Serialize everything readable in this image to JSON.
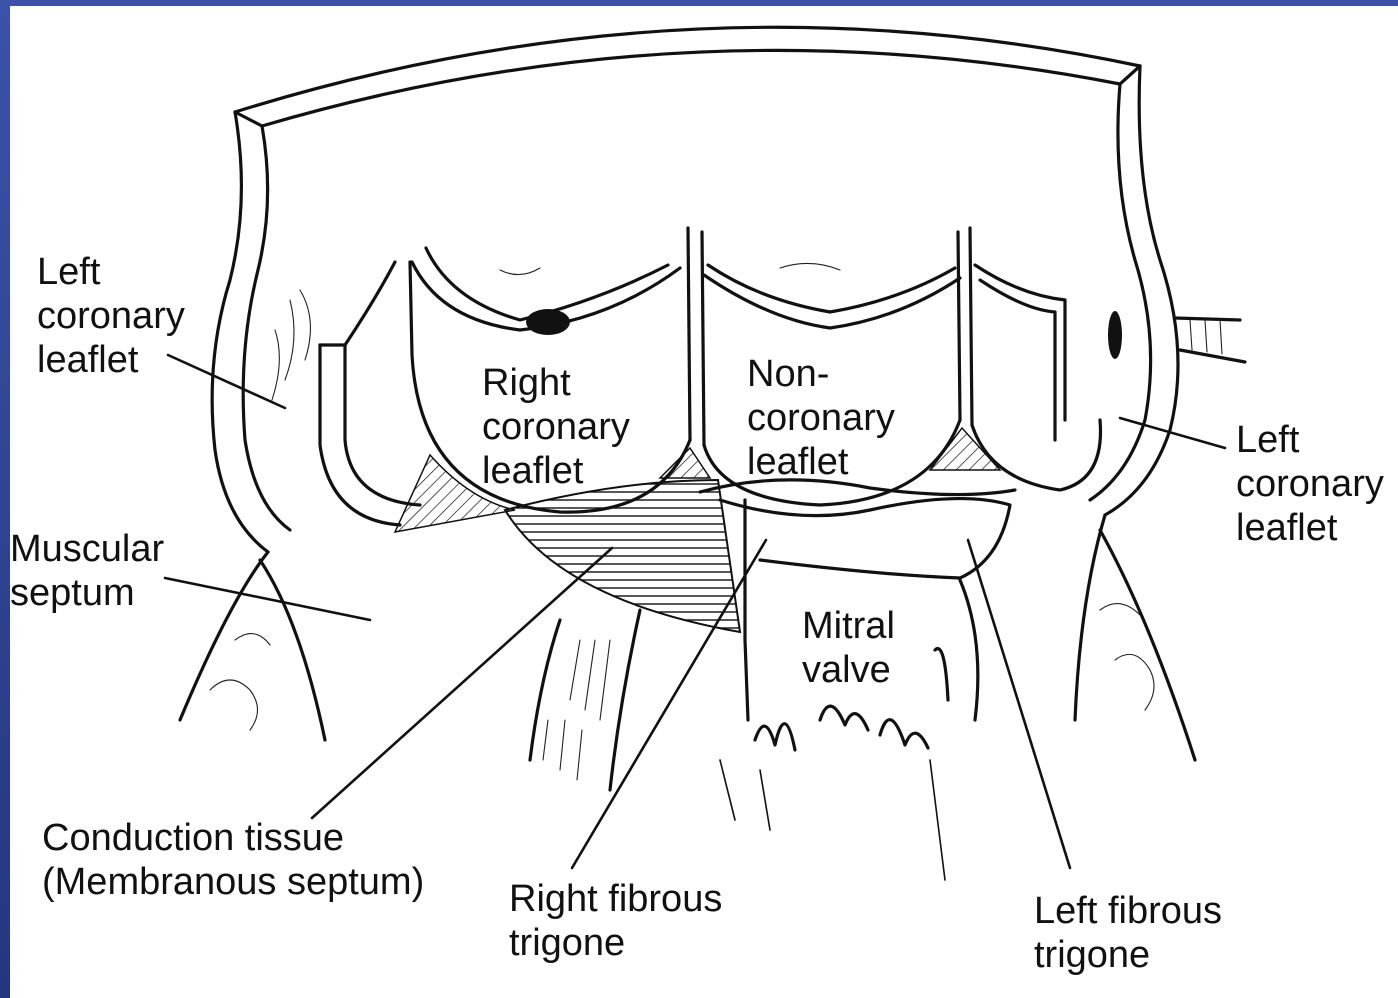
{
  "labels": {
    "left_coronary_leaflet_left": "Left\ncoronary\nleaflet",
    "right_coronary_leaflet": "Right\ncoronary\nleaflet",
    "non_coronary_leaflet": "Non-\ncoronary\nleaflet",
    "left_coronary_leaflet_right": "Left\ncoronary\nleaflet",
    "muscular_septum": "Muscular\nseptum",
    "mitral_valve": "Mitral\nvalve",
    "conduction_tissue": "Conduction tissue\n(Membranous septum)",
    "right_fibrous_trigone": "Right fibrous\ntrigone",
    "left_fibrous_trigone": "Left fibrous\ntrigone"
  },
  "colors": {
    "frame": "#2b3f8c",
    "paper": "#ffffff",
    "ink": "#111111"
  }
}
